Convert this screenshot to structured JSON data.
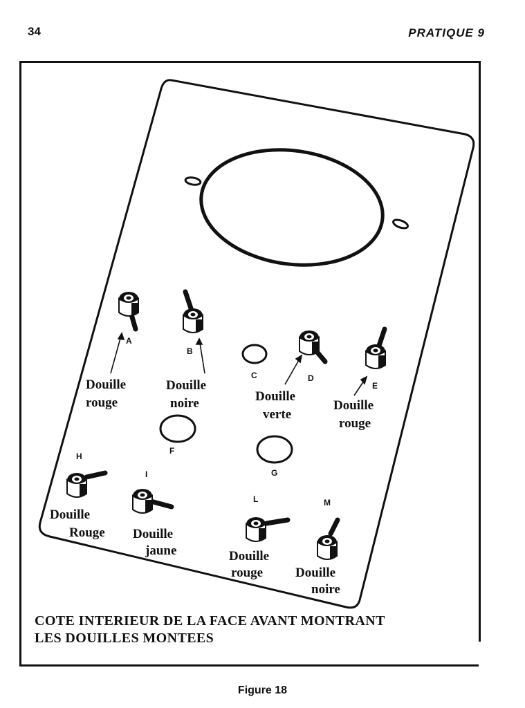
{
  "header": {
    "page_number": "34",
    "running_head": "PRATIQUE 9"
  },
  "figure": {
    "jack_letters": {
      "A": "A",
      "B": "B",
      "C": "C",
      "D": "D",
      "E": "E",
      "F": "F",
      "G": "G",
      "H": "H",
      "I": "I",
      "L": "L",
      "M": "M"
    },
    "labels": {
      "A": [
        "Douille",
        "rouge"
      ],
      "B": [
        "Douille",
        "noire"
      ],
      "D": [
        "Douille",
        "verte"
      ],
      "E": [
        "Douille",
        "rouge"
      ],
      "H": [
        "Douille",
        "Rouge"
      ],
      "I": [
        "Douille",
        "jaune"
      ],
      "L": [
        "Douille",
        "rouge"
      ],
      "M": [
        "Douille",
        "noire"
      ]
    },
    "caption_line1": "COTE INTERIEUR DE LA FACE AVANT MONTRANT",
    "caption_line2": "LES DOUILLES MONTEES",
    "figure_label": "Figure 18"
  }
}
